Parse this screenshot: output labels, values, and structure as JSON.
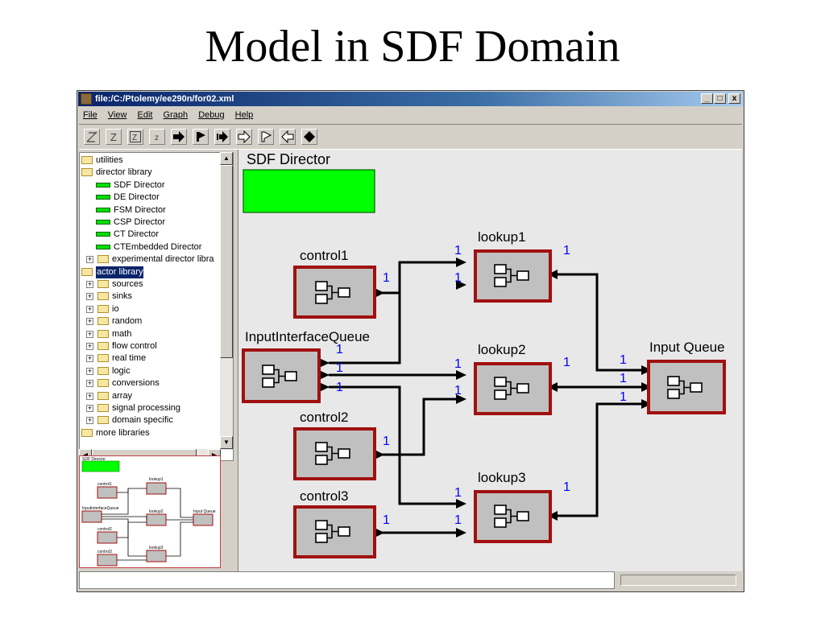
{
  "slide": {
    "title": "Model in SDF Domain"
  },
  "window": {
    "title": "file:/C:/Ptolemy/ee290n/for02.xml",
    "controls": {
      "minimize": "_",
      "maximize": "□",
      "close": "x"
    }
  },
  "menu": [
    "File",
    "View",
    "Edit",
    "Graph",
    "Debug",
    "Help"
  ],
  "toolbar": {
    "buttons": [
      {
        "name": "zoom-reset",
        "label": "Z"
      },
      {
        "name": "zoom-in",
        "label": "Z"
      },
      {
        "name": "zoom-fit",
        "label": "Z"
      },
      {
        "name": "zoom-out",
        "label": "z"
      },
      {
        "name": "run",
        "icon": "run-arrow-icon"
      },
      {
        "name": "pause",
        "icon": "pause-flag-icon"
      },
      {
        "name": "resume",
        "icon": "resume-arrow-icon"
      },
      {
        "name": "stop",
        "icon": "stop-arrow-icon"
      },
      {
        "name": "step",
        "icon": "step-flag-icon"
      },
      {
        "name": "back",
        "icon": "back-arrow-icon"
      },
      {
        "name": "relation",
        "icon": "diamond-icon"
      }
    ]
  },
  "library_tree": {
    "items": [
      {
        "label": "utilities",
        "kind": "folder",
        "indent": 0,
        "expander": false
      },
      {
        "label": "director library",
        "kind": "folder-open",
        "indent": 0,
        "expander": false
      },
      {
        "label": "SDF Director",
        "kind": "director",
        "indent": 1
      },
      {
        "label": "DE Director",
        "kind": "director",
        "indent": 1
      },
      {
        "label": "FSM Director",
        "kind": "director",
        "indent": 1
      },
      {
        "label": "CSP Director",
        "kind": "director",
        "indent": 1
      },
      {
        "label": "CT Director",
        "kind": "director",
        "indent": 1
      },
      {
        "label": "CTEmbedded Director",
        "kind": "director",
        "indent": 1
      },
      {
        "label": "experimental director libra",
        "kind": "folder",
        "indent": 1,
        "expander": true
      },
      {
        "label": "actor library",
        "kind": "folder-open",
        "indent": 0,
        "selected": true
      },
      {
        "label": "sources",
        "kind": "folder",
        "indent": 1,
        "expander": true
      },
      {
        "label": "sinks",
        "kind": "folder",
        "indent": 1,
        "expander": true
      },
      {
        "label": "io",
        "kind": "folder",
        "indent": 1,
        "expander": true
      },
      {
        "label": "random",
        "kind": "folder",
        "indent": 1,
        "expander": true
      },
      {
        "label": "math",
        "kind": "folder",
        "indent": 1,
        "expander": true
      },
      {
        "label": "flow control",
        "kind": "folder",
        "indent": 1,
        "expander": true
      },
      {
        "label": "real time",
        "kind": "folder",
        "indent": 1,
        "expander": true
      },
      {
        "label": "logic",
        "kind": "folder",
        "indent": 1,
        "expander": true
      },
      {
        "label": "conversions",
        "kind": "folder",
        "indent": 1,
        "expander": true
      },
      {
        "label": "array",
        "kind": "folder",
        "indent": 1,
        "expander": true
      },
      {
        "label": "signal processing",
        "kind": "folder",
        "indent": 1,
        "expander": true
      },
      {
        "label": "domain specific",
        "kind": "folder",
        "indent": 1,
        "expander": true
      },
      {
        "label": "more libraries",
        "kind": "folder",
        "indent": 0,
        "expander": false
      }
    ]
  },
  "overview": {
    "director_label": "SDF Director",
    "labels": [
      "control1",
      "lookup1",
      "InputInterfaceQueue",
      "lookup2",
      "Input Queue",
      "control2",
      "lookup3",
      "control3"
    ]
  },
  "graph": {
    "director": {
      "label": "SDF Director",
      "color": "#00ff00"
    },
    "actors": [
      {
        "id": "control1",
        "label": "control1"
      },
      {
        "id": "lookup1",
        "label": "lookup1"
      },
      {
        "id": "iiq",
        "label": "InputInterfaceQueue"
      },
      {
        "id": "lookup2",
        "label": "lookup2"
      },
      {
        "id": "inputqueue",
        "label": "Input Queue"
      },
      {
        "id": "control2",
        "label": "control2"
      },
      {
        "id": "lookup3",
        "label": "lookup3"
      },
      {
        "id": "control3",
        "label": "control3"
      }
    ],
    "port_rate_label": "1",
    "colors": {
      "actor_border": "#a01010",
      "actor_fill": "#c0c0c0",
      "rate_text": "#0000ff",
      "canvas": "#e8e8e8"
    }
  },
  "status": {
    "message": ""
  }
}
